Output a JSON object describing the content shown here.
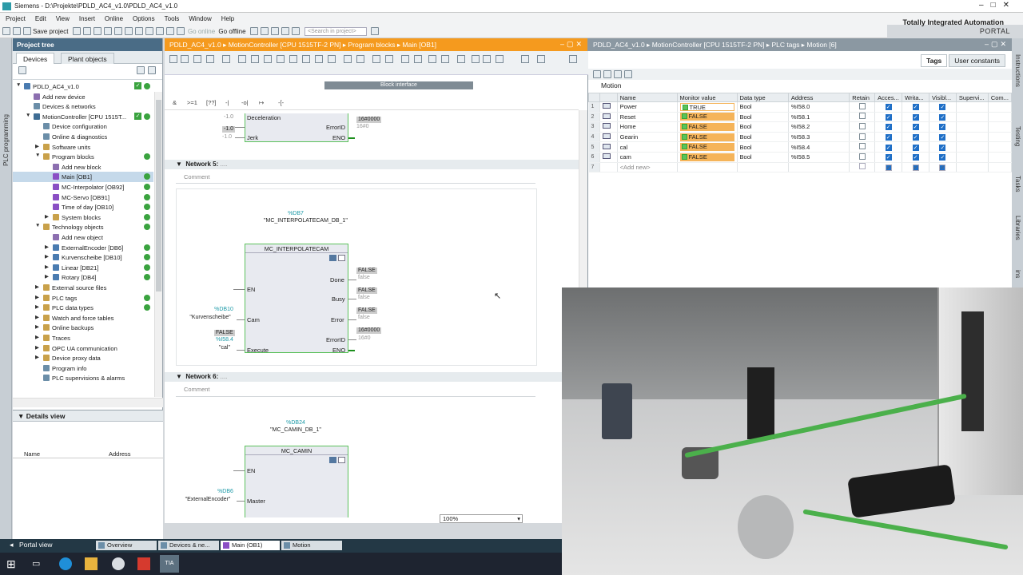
{
  "window": {
    "title": "Siemens - D:\\Projekte\\PDLD_AC4_v1.0\\PDLD_AC4_v1.0"
  },
  "branding": {
    "line1": "Totally Integrated Automation",
    "line2": "PORTAL"
  },
  "menu": [
    "Project",
    "Edit",
    "View",
    "Insert",
    "Online",
    "Options",
    "Tools",
    "Window",
    "Help"
  ],
  "toolbar": {
    "save_project": "Save project",
    "go_online": "Go online",
    "go_offline": "Go offline",
    "search_placeholder": "<Search in project>"
  },
  "left_strip": {
    "label": "PLC programming"
  },
  "project_tree": {
    "title": "Project tree",
    "tabs": [
      "Devices",
      "Plant objects"
    ],
    "items": [
      {
        "label": "PDLD_AC4_v1.0",
        "indent": 0,
        "expand": "down",
        "color": "#4a7bb0",
        "check": true,
        "status": true
      },
      {
        "label": "Add new device",
        "indent": 1,
        "expand": "",
        "color": "#8c6fb0",
        "status": false
      },
      {
        "label": "Devices & networks",
        "indent": 1,
        "expand": "",
        "color": "#6b8ea8",
        "status": false
      },
      {
        "label": "MotionController [CPU 1515T...",
        "indent": 1,
        "expand": "down",
        "color": "#3f6d94",
        "check": true,
        "status": true
      },
      {
        "label": "Device configuration",
        "indent": 2,
        "expand": "",
        "color": "#6b8ea8",
        "status": false
      },
      {
        "label": "Online & diagnostics",
        "indent": 2,
        "expand": "",
        "color": "#6b8ea8",
        "status": false
      },
      {
        "label": "Software units",
        "indent": 2,
        "expand": "right",
        "color": "#c9a14a",
        "status": false
      },
      {
        "label": "Program blocks",
        "indent": 2,
        "expand": "down",
        "color": "#c9a14a",
        "status": true
      },
      {
        "label": "Add new block",
        "indent": 3,
        "expand": "",
        "color": "#8c6fb0",
        "status": false
      },
      {
        "label": "Main [OB1]",
        "indent": 3,
        "expand": "",
        "color": "#8a4fc4",
        "status": true,
        "selected": true
      },
      {
        "label": "MC-Interpolator [OB92]",
        "indent": 3,
        "expand": "",
        "color": "#8a4fc4",
        "status": true
      },
      {
        "label": "MC-Servo [OB91]",
        "indent": 3,
        "expand": "",
        "color": "#8a4fc4",
        "status": true
      },
      {
        "label": "Time of day [OB10]",
        "indent": 3,
        "expand": "",
        "color": "#8a4fc4",
        "status": true
      },
      {
        "label": "System blocks",
        "indent": 3,
        "expand": "right",
        "color": "#c9a14a",
        "status": true
      },
      {
        "label": "Technology objects",
        "indent": 2,
        "expand": "down",
        "color": "#c9a14a",
        "status": true
      },
      {
        "label": "Add new object",
        "indent": 3,
        "expand": "",
        "color": "#8c6fb0",
        "status": false
      },
      {
        "label": "ExternalEncoder [DB6]",
        "indent": 3,
        "expand": "right",
        "color": "#4a7bb0",
        "status": true
      },
      {
        "label": "Kurvenscheibe [DB10]",
        "indent": 3,
        "expand": "right",
        "color": "#4a7bb0",
        "status": true
      },
      {
        "label": "Linear [DB21]",
        "indent": 3,
        "expand": "right",
        "color": "#4a7bb0",
        "status": true
      },
      {
        "label": "Rotary [DB4]",
        "indent": 3,
        "expand": "right",
        "color": "#4a7bb0",
        "status": true
      },
      {
        "label": "External source files",
        "indent": 2,
        "expand": "right",
        "color": "#c9a14a",
        "status": false
      },
      {
        "label": "PLC tags",
        "indent": 2,
        "expand": "right",
        "color": "#c9a14a",
        "status": true
      },
      {
        "label": "PLC data types",
        "indent": 2,
        "expand": "right",
        "color": "#c9a14a",
        "status": true
      },
      {
        "label": "Watch and force tables",
        "indent": 2,
        "expand": "right",
        "color": "#c9a14a",
        "status": false
      },
      {
        "label": "Online backups",
        "indent": 2,
        "expand": "right",
        "color": "#c9a14a",
        "status": false
      },
      {
        "label": "Traces",
        "indent": 2,
        "expand": "right",
        "color": "#c9a14a",
        "status": false
      },
      {
        "label": "OPC UA communication",
        "indent": 2,
        "expand": "right",
        "color": "#c9a14a",
        "status": false
      },
      {
        "label": "Device proxy data",
        "indent": 2,
        "expand": "right",
        "color": "#c9a14a",
        "status": false
      },
      {
        "label": "Program info",
        "indent": 2,
        "expand": "",
        "color": "#6b8ea8",
        "status": false
      },
      {
        "label": "PLC supervisions & alarms",
        "indent": 2,
        "expand": "",
        "color": "#6b8ea8",
        "status": false
      }
    ]
  },
  "details": {
    "title": "Details view",
    "col_name": "Name",
    "col_address": "Address"
  },
  "editor": {
    "breadcrumb": "PDLD_AC4_v1.0 ▸ MotionController [CPU 1515TF-2 PN] ▸ Program blocks ▸ Main [OB1]",
    "block_interface": "Block interface",
    "ladder_tools": [
      "&",
      ">=1",
      "[??]",
      "-|",
      "-o|",
      "↦",
      "-[-"
    ],
    "prev": {
      "deceleration": "Deceleration",
      "jerk": "Jerk",
      "errorid": "ErrorID",
      "eno": "ENO",
      "in1": "-1.0",
      "in1g": "-1.0",
      "in2": "-1.0",
      "val": "16#0000",
      "valg": "16#0"
    },
    "network5": {
      "title": "Network 5:",
      "dots": "....",
      "comment": "Comment",
      "instance_addr": "%DB7",
      "instance_name": "\"MC_INTERPOLATECAM_DB_1\"",
      "block": "MC_INTERPOLATECAM",
      "pins_left": {
        "en": "EN",
        "cam": "Cam",
        "execute": "Execute"
      },
      "pins_right": {
        "done": "Done",
        "busy": "Busy",
        "error": "Error",
        "errorid": "ErrorID",
        "eno": "ENO"
      },
      "cam_addr": "%DB10",
      "cam_name": "\"Kurvenscheibe\"",
      "exec_val": "FALSE",
      "exec_addr": "%I58.4",
      "exec_name": "\"cal\"",
      "done_val": "FALSE",
      "done_g": "false",
      "busy_val": "FALSE",
      "busy_g": "false",
      "error_val": "FALSE",
      "error_g": "false",
      "errorid_val": "16#0000",
      "errorid_g": "16#0"
    },
    "network6": {
      "title": "Network 6:",
      "dots": "....",
      "comment": "Comment",
      "instance_addr": "%DB24",
      "instance_name": "\"MC_CAMIN_DB_1\"",
      "block": "MC_CAMIN",
      "en": "EN",
      "master": "Master",
      "master_addr": "%DB6",
      "master_name": "\"ExternalEncoder\""
    },
    "zoom": "100%"
  },
  "tags": {
    "breadcrumb": "PDLD_AC4_v1.0 ▸ MotionController [CPU 1515TF-2 PN] ▸ PLC tags ▸ Motion [6]",
    "tabs": [
      "Tags",
      "User constants"
    ],
    "table_title": "Motion",
    "columns": [
      "",
      "",
      "Name",
      "Monitor value",
      "Data type",
      "Address",
      "Retain",
      "Acces...",
      "Writa...",
      "Visibl...",
      "Supervi...",
      "Com..."
    ],
    "rows": [
      {
        "n": "1",
        "name": "Power",
        "value": "TRUE",
        "type": "Bool",
        "address": "%I58.0"
      },
      {
        "n": "2",
        "name": "Reset",
        "value": "FALSE",
        "type": "Bool",
        "address": "%I58.1"
      },
      {
        "n": "3",
        "name": "Home",
        "value": "FALSE",
        "type": "Bool",
        "address": "%I58.2"
      },
      {
        "n": "4",
        "name": "Gearin",
        "value": "FALSE",
        "type": "Bool",
        "address": "%I58.3"
      },
      {
        "n": "5",
        "name": "cal",
        "value": "FALSE",
        "type": "Bool",
        "address": "%I58.4"
      },
      {
        "n": "6",
        "name": "cam",
        "value": "FALSE",
        "type": "Bool",
        "address": "%I58.5"
      }
    ],
    "add_new": {
      "n": "7",
      "label": "<Add new>"
    }
  },
  "right_strip": [
    "Instructions",
    "Testing",
    "Tasks",
    "Libraries",
    "Add-ins"
  ],
  "bottom": {
    "portal_view": "Portal view",
    "tabs": [
      "Overview",
      "Devices & ne...",
      "Main (OB1)",
      "Motion"
    ]
  },
  "colors": {
    "header": "#4a6c86",
    "accent": "#f59a1e",
    "status_ok": "#3aa33f",
    "monitor_value": "#f5b45a"
  }
}
